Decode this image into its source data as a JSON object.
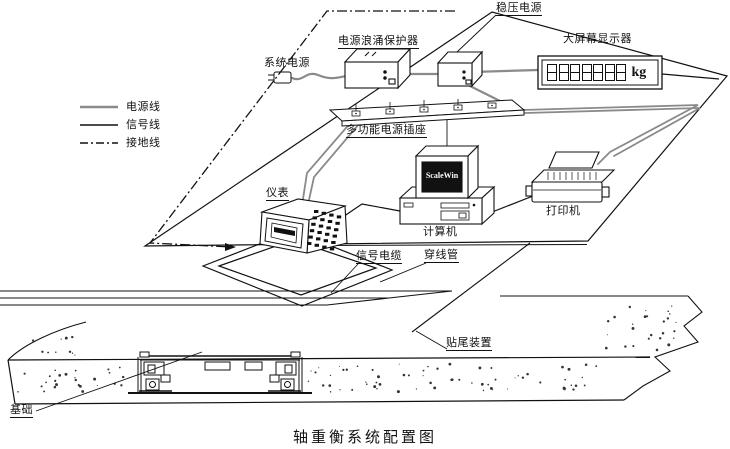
{
  "title": "轴重衡系统配置图",
  "colors": {
    "line": "#111111",
    "power_line": "#8a8a8a",
    "background": "#ffffff",
    "screen": "#111111",
    "screen_text": "#ffffff"
  },
  "legend": {
    "items": [
      {
        "label": "电源线",
        "style": "power"
      },
      {
        "label": "信号线",
        "style": "signal"
      },
      {
        "label": "接地线",
        "style": "ground"
      }
    ]
  },
  "power_chain": {
    "system_power_label": "系统电源",
    "surge_protector_label": "电源浪涌保护器",
    "regulator_label": "稳压电源",
    "socket_label": "多功能电源插座"
  },
  "display": {
    "label": "大屏幕显示器",
    "digits": "8888888",
    "unit": "kg"
  },
  "workstation": {
    "computer_label": "计算机",
    "computer_screen_text": "ScaleWin",
    "printer_label": "打印机"
  },
  "indicator": {
    "label": "仪表"
  },
  "cabling": {
    "signal_cable_label": "信号电缆",
    "conduit_label": "穿线管"
  },
  "site": {
    "tail_device_label": "贴尾装置",
    "foundation_label": "基础"
  }
}
